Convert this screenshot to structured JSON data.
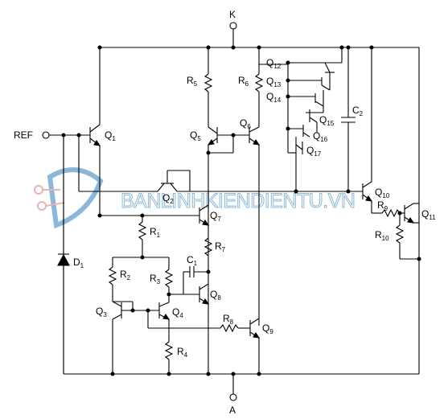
{
  "pins": {
    "cathode": "K",
    "anode": "A",
    "reference": "REF"
  },
  "components": {
    "Q1": {
      "base": "Q",
      "sub": "1"
    },
    "Q2": {
      "base": "Q",
      "sub": "2"
    },
    "Q3": {
      "base": "Q",
      "sub": "3"
    },
    "Q4": {
      "base": "Q",
      "sub": "4"
    },
    "Q5": {
      "base": "Q",
      "sub": "5"
    },
    "Q6": {
      "base": "Q",
      "sub": "6"
    },
    "Q7": {
      "base": "Q",
      "sub": "7"
    },
    "Q8": {
      "base": "Q",
      "sub": "8"
    },
    "Q9": {
      "base": "Q",
      "sub": "9"
    },
    "Q10": {
      "base": "Q",
      "sub": "10"
    },
    "Q11": {
      "base": "Q",
      "sub": "11"
    },
    "Q12": {
      "base": "Q",
      "sub": "12"
    },
    "Q13": {
      "base": "Q",
      "sub": "13"
    },
    "Q14": {
      "base": "Q",
      "sub": "14"
    },
    "Q15": {
      "base": "Q",
      "sub": "15"
    },
    "Q16": {
      "base": "Q",
      "sub": "16"
    },
    "Q17": {
      "base": "Q",
      "sub": "17"
    },
    "R1": {
      "base": "R",
      "sub": "1"
    },
    "R2": {
      "base": "R",
      "sub": "2"
    },
    "R3": {
      "base": "R",
      "sub": "3"
    },
    "R4": {
      "base": "R",
      "sub": "4"
    },
    "R5": {
      "base": "R",
      "sub": "5"
    },
    "R6": {
      "base": "R",
      "sub": "6"
    },
    "R7": {
      "base": "R",
      "sub": "7"
    },
    "R8": {
      "base": "R",
      "sub": "8"
    },
    "R9": {
      "base": "R",
      "sub": "9"
    },
    "R10": {
      "base": "R",
      "sub": "10"
    },
    "C1": {
      "base": "C",
      "sub": "1"
    },
    "C2": {
      "base": "C",
      "sub": "2"
    },
    "D1": {
      "base": "D",
      "sub": "1"
    }
  },
  "watermark": {
    "text": "BANLINHKIENDIENTU.VN",
    "color": "#2a7fc0"
  }
}
